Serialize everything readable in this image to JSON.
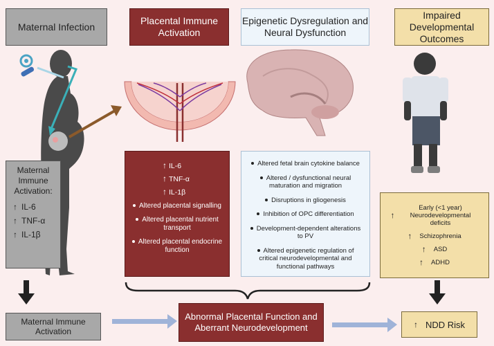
{
  "headers": {
    "maternal": "Maternal Infection",
    "placental": "Placental Immune Activation",
    "epigenetic": "Epigenetic Dysregulation and Neural Dysfunction",
    "impaired": "Impaired Developmental Outcomes"
  },
  "maternal_box": {
    "title": "Maternal Immune Activation:",
    "items": [
      "IL-6",
      "TNF-α",
      "IL-1β"
    ]
  },
  "placental_box": {
    "cytokines": [
      "IL-6",
      "TNF-α",
      "IL-1β"
    ],
    "bullets": [
      "Altered placental signalling",
      "Altered placental nutrient transport",
      "Altered placental endocrine function"
    ]
  },
  "epigenetic_box": {
    "bullets": [
      "Altered fetal brain cytokine balance",
      "Altered / dysfunctional neural maturation and migration",
      "Disruptions in gliogenesis",
      "Inhibition of OPC differentiation",
      "Development-dependent alterations to PV",
      "Altered epigenetic regulation of critical neurodevelopmental and functional pathways"
    ]
  },
  "impaired_box": {
    "items": [
      "Early (<1 year) Neurodevelopmental deficits",
      "Schizophrenia",
      "ASD",
      "ADHD"
    ]
  },
  "bottom": {
    "maternal": "Maternal Immune Activation",
    "abnormal": "Abnormal Placental Function and Aberrant Neurodevelopment",
    "ndd": "NDD Risk"
  },
  "arrow_symbol": "↑",
  "colors": {
    "background": "#fbeeee",
    "maroon": "#8a2f2f",
    "grey": "#a8a8a8",
    "light_blue": "#eef5fb",
    "tan": "#f3dfa9",
    "arrow_blue": "#9fb3d8"
  }
}
